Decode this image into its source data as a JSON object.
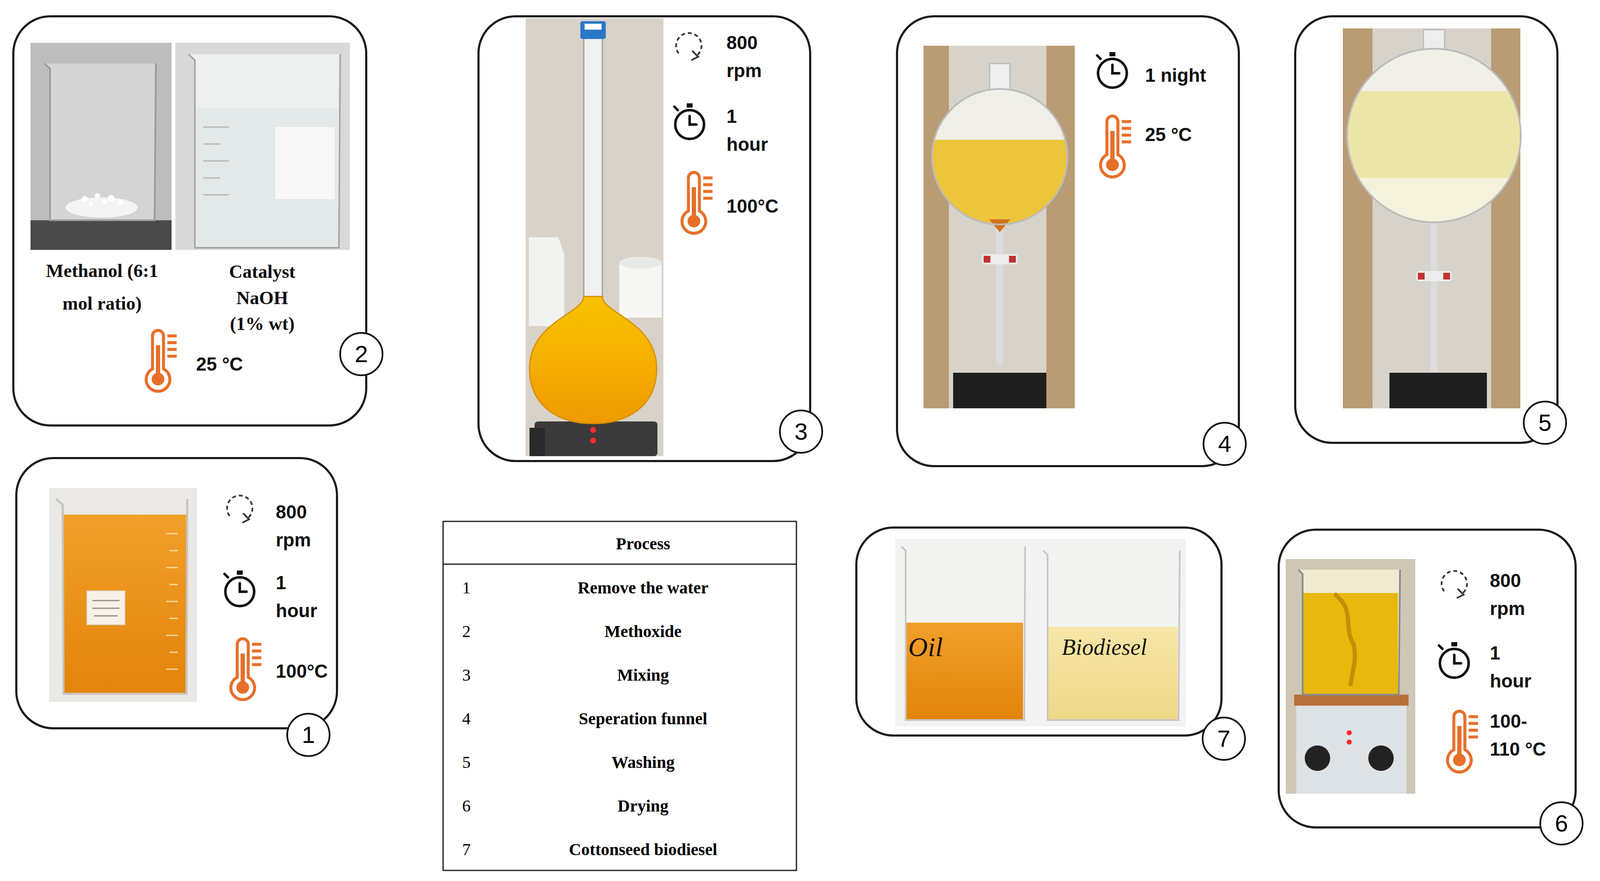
{
  "diagram": {
    "nodes": [
      {
        "text": [
          "800 rpm",
          "1 hour",
          "100°C"
        ]
      },
      {
        "text": [
          "1"
        ],
        "in": 0
      },
      {
        "text": [
          "Methanol (6:1 mol ratio)",
          "Catalyst NaOH (1% wt)",
          "25 °C"
        ]
      },
      {
        "text": [
          "2"
        ],
        "in": 2
      },
      {
        "text": [
          "800 rpm",
          "1 hour",
          "100°C"
        ]
      },
      {
        "text": [
          "3"
        ],
        "in": 4
      },
      {
        "text": [
          "1 night",
          "25 °C"
        ]
      },
      {
        "text": [
          "4"
        ],
        "in": 6
      },
      {
        "text": []
      },
      {
        "text": [
          "5"
        ],
        "in": 8
      },
      {
        "text": [
          "800 rpm",
          "1 hour",
          "100-110 °C"
        ]
      },
      {
        "text": [
          "6"
        ],
        "in": 10
      },
      {
        "text": [
          "Oil",
          "Biodiesel"
        ]
      },
      {
        "text": [
          "7"
        ],
        "in": 12
      }
    ],
    "labels": [
      "Process",
      "1",
      "Remove the water",
      "2",
      "Methoxide",
      "3",
      "Mixing",
      "4",
      "Seperation funnel",
      "5",
      "Washing",
      "6",
      "Drying",
      "7",
      "Cottonseed biodiesel"
    ]
  }
}
